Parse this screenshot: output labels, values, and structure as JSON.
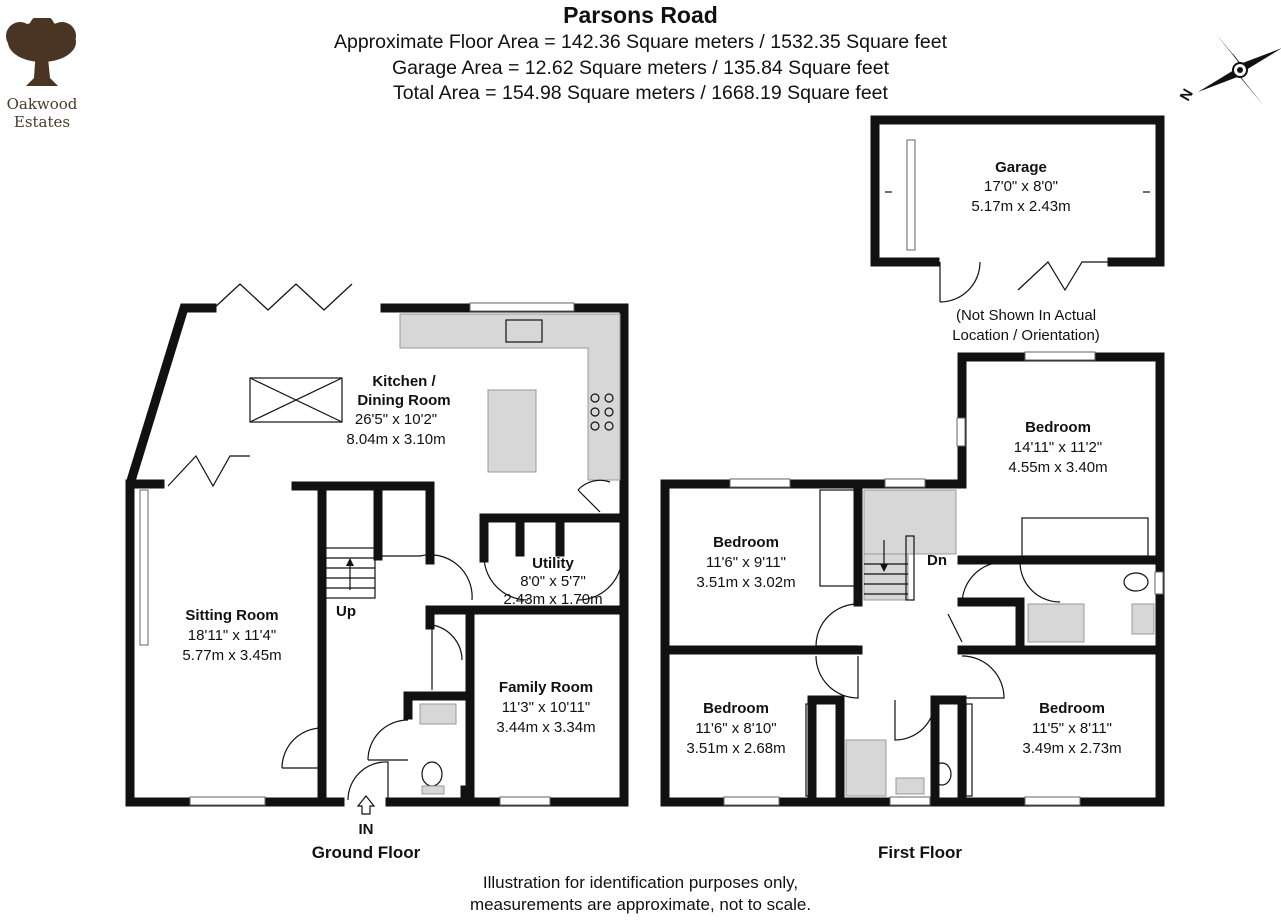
{
  "header": {
    "title": "Parsons Road",
    "floor_area": "Approximate Floor Area = 142.36 Square meters / 1532.35 Square feet",
    "garage_area": "Garage Area = 12.62 Square meters / 135.84 Square feet",
    "total_area": "Total Area = 154.98 Square meters / 1668.19 Square feet"
  },
  "logo": {
    "line1": "Oakwood",
    "line2": "Estates",
    "tree_color": "#4a3424"
  },
  "compass": {
    "letter": "N"
  },
  "ground_floor": {
    "label": "Ground Floor",
    "entrance": "IN",
    "stairs": "Up",
    "rooms": [
      {
        "name": "Kitchen /",
        "name2": "Dining Room",
        "imperial": "26'5\" x 10'2\"",
        "metric": "8.04m x 3.10m"
      },
      {
        "name": "Sitting Room",
        "imperial": "18'11\" x 11'4\"",
        "metric": "5.77m x 3.45m"
      },
      {
        "name": "Utility",
        "imperial": "8'0\" x 5'7\"",
        "metric": "2.43m x 1.70m"
      },
      {
        "name": "Family Room",
        "imperial": "11'3\" x 10'11\"",
        "metric": "3.44m x 3.34m"
      }
    ]
  },
  "first_floor": {
    "label": "First Floor",
    "stairs": "Dn",
    "rooms": [
      {
        "name": "Bedroom",
        "imperial": "14'11\" x 11'2\"",
        "metric": "4.55m x 3.40m"
      },
      {
        "name": "Bedroom",
        "imperial": "11'6\" x 9'11\"",
        "metric": "3.51m x 3.02m"
      },
      {
        "name": "Bedroom",
        "imperial": "11'6\" x 8'10\"",
        "metric": "3.51m x 2.68m"
      },
      {
        "name": "Bedroom",
        "imperial": "11'5\" x 8'11\"",
        "metric": "3.49m x 2.73m"
      }
    ]
  },
  "garage": {
    "name": "Garage",
    "imperial": "17'0\" x 8'0\"",
    "metric": "5.17m x 2.43m",
    "note1": "(Not Shown In Actual",
    "note2": "Location / Orientation)"
  },
  "disclaimer": {
    "line1": "Illustration for identification purposes only,",
    "line2": "measurements are approximate, not to scale."
  }
}
